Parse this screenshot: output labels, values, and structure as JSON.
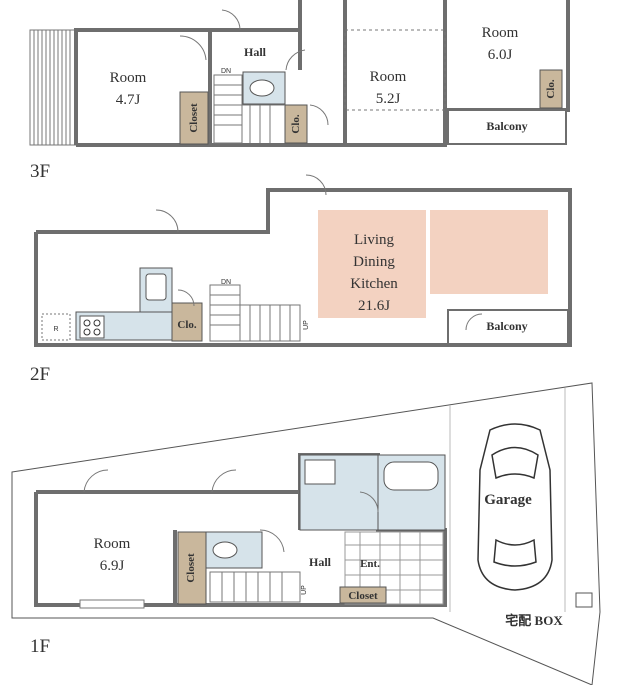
{
  "floors": {
    "f3": {
      "label": "3F",
      "rooms": [
        {
          "name": "Room",
          "size": "4.7J"
        },
        {
          "name": "Room",
          "size": "5.2J"
        },
        {
          "name": "Room",
          "size": "6.0J"
        }
      ],
      "hall": "Hall",
      "closet": "Closet",
      "clo_a": "Clo.",
      "clo_b": "Clo.",
      "balcony": "Balcony",
      "stair": "DN"
    },
    "f2": {
      "label": "2F",
      "ldk": {
        "line1": "Living",
        "line2": "Dining",
        "line3": "Kitchen",
        "size": "21.6J"
      },
      "clo": "Clo.",
      "balcony": "Balcony",
      "fridge": "R",
      "stair_dn": "DN",
      "stair_up": "UP"
    },
    "f1": {
      "label": "1F",
      "room": {
        "name": "Room",
        "size": "6.9J"
      },
      "closet_v": "Closet",
      "closet": "Closet",
      "hall": "Hall",
      "entrance": "Ent.",
      "garage": "Garage",
      "delivery_box": "宅配 BOX",
      "stair_up": "UP"
    }
  },
  "colors": {
    "wall": "#6e6e6e",
    "ldk_fill": "#f3d2c1",
    "closet_fill": "#c9b79c",
    "wet_fill": "#d6e3ea",
    "site_line": "#555555"
  }
}
